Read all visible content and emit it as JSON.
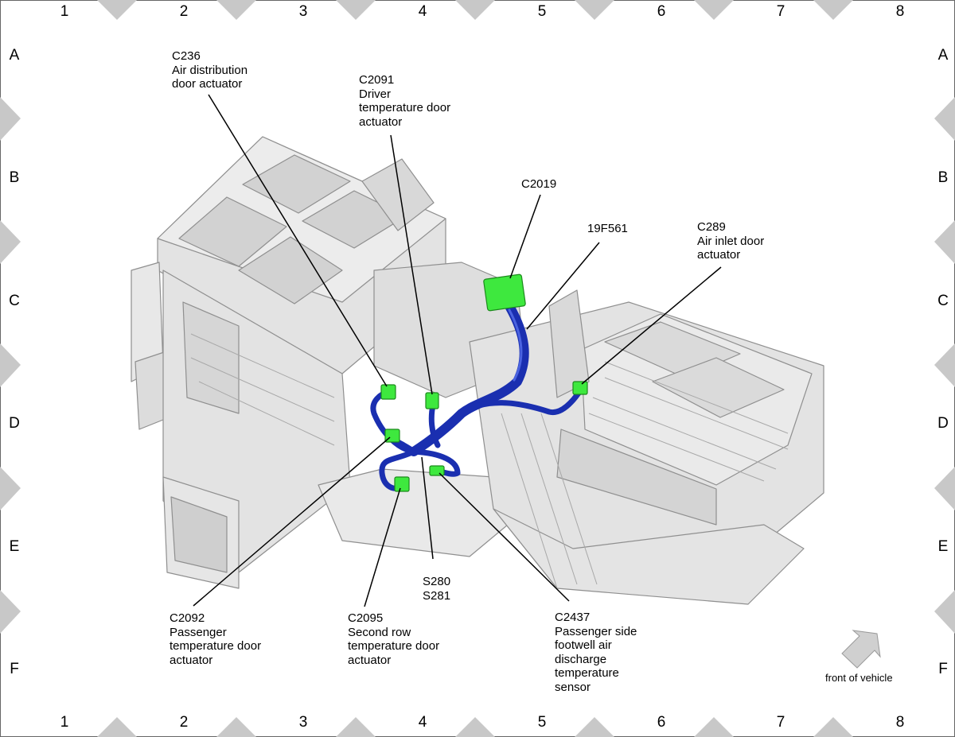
{
  "grid": {
    "columns": [
      "1",
      "2",
      "3",
      "4",
      "5",
      "6",
      "7",
      "8"
    ],
    "rows": [
      "A",
      "B",
      "C",
      "D",
      "E",
      "F"
    ]
  },
  "callouts": [
    {
      "id": "c236",
      "lines": [
        "C236",
        "Air distribution",
        "door actuator"
      ]
    },
    {
      "id": "c2091",
      "lines": [
        "C2091",
        "Driver",
        "temperature door",
        "actuator"
      ]
    },
    {
      "id": "c2019",
      "lines": [
        "C2019"
      ]
    },
    {
      "id": "19f561",
      "lines": [
        "19F561"
      ]
    },
    {
      "id": "c289",
      "lines": [
        "C289",
        "Air inlet door",
        "actuator"
      ]
    },
    {
      "id": "c2092",
      "lines": [
        "C2092",
        "Passenger",
        "temperature door",
        "actuator"
      ]
    },
    {
      "id": "c2095",
      "lines": [
        "C2095",
        "Second row",
        "temperature door",
        "actuator"
      ]
    },
    {
      "id": "s280",
      "lines": [
        "S280",
        "S281"
      ]
    },
    {
      "id": "c2437",
      "lines": [
        "C2437",
        "Passenger side",
        "footwell air",
        "discharge",
        "temperature",
        "sensor"
      ]
    }
  ],
  "orientation": {
    "label": "front of vehicle",
    "icon": "arrow-up-right-icon"
  },
  "colors": {
    "harness": "#1a2fb0",
    "harness_highlight": "#4a63e0",
    "connector": "#3ee83e",
    "housing": "#e3e3e3",
    "housing_edge": "#8f8f8f",
    "frame_marker": "#c8c8c8"
  }
}
